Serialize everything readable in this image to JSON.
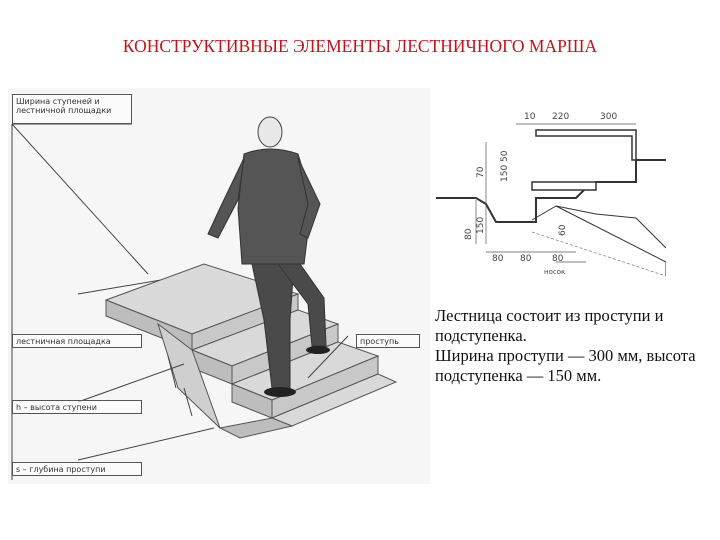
{
  "title": "КОНСТРУКТИВНЫЕ ЭЛЕМЕНТЫ ЛЕСТНИЧНОГО МАРША",
  "stair_figure": {
    "labels": {
      "width": "Ширина ступеней и лестничной площадки",
      "landing": "лестничная площадка",
      "tread": "проступь",
      "height": "h – высота ступени",
      "depth": "s – глубина проступи"
    }
  },
  "detail_figure": {
    "dims": {
      "d10": "10",
      "d220": "220",
      "d300": "300",
      "d150_50": "150 50",
      "d70": "70",
      "d60": "60",
      "d150": "150",
      "d80": "80",
      "d80b": "80",
      "d80c": "80",
      "d80d": "80",
      "nosok": "носок"
    }
  },
  "text": {
    "line1": "Лестница состоит из проступи и подступенка.",
    "line2": "Ширина проступи — 300 мм, высота подступенка — 150 мм."
  },
  "colors": {
    "title": "#c0141c"
  }
}
